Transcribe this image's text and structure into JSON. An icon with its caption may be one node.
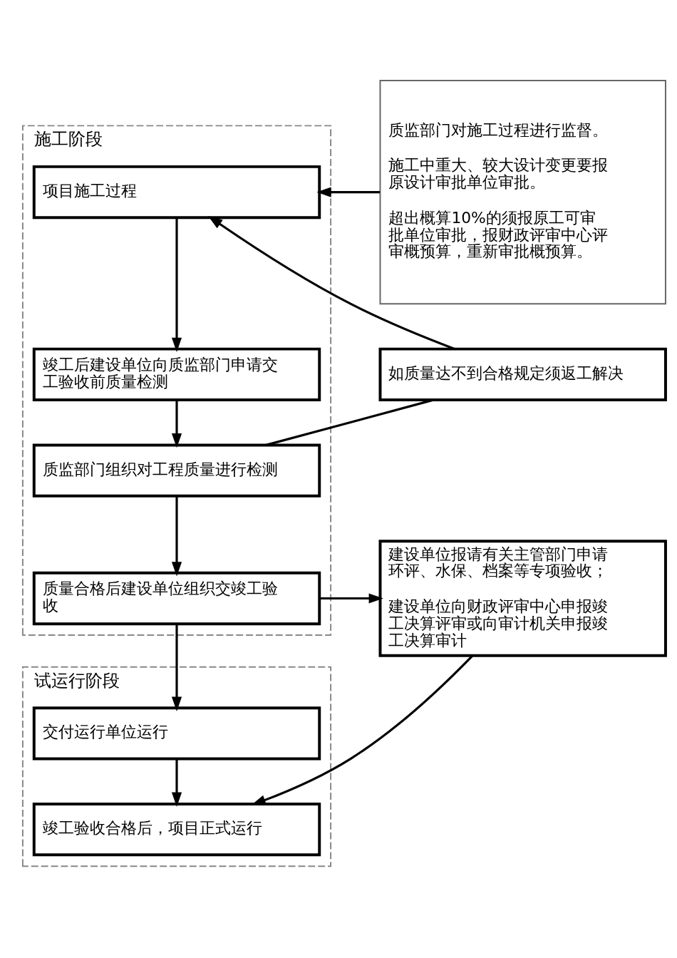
{
  "diagram": {
    "nodes": [
      {
        "text": [
          "施工阶段"
        ]
      },
      {
        "text": [
          "项目施工过程"
        ],
        "in": 0
      },
      {
        "text": [
          "竣工后建设单位向质监部门申请交工验收前质量检测"
        ],
        "in": 0
      },
      {
        "text": [
          "质监部门组织对工程质量进行检测"
        ],
        "in": 0
      },
      {
        "text": [
          "质量合格后建设单位组织交竣工验收"
        ],
        "in": 0
      },
      {
        "text": [
          "质监部门对施工过程进行监督。",
          "施工中重大、较大设计变更要报原设计审批单位审批。",
          "超出概算10%的须报原工可审批单位审批，报财政评审中心评审概预算，重新审批概预算。"
        ]
      },
      {
        "text": [
          "如质量达不到合格规定须返工解决"
        ]
      },
      {
        "text": [
          "建设单位报请有关主管部门申请环评、水保、档案等专项验收；",
          "建设单位向财政评审中心申报竣工决算评审或向审计机关申报竣工决算审计"
        ]
      },
      {
        "text": [
          "试运行阶段"
        ]
      },
      {
        "text": [
          "交付运行单位运行"
        ],
        "in": 8
      },
      {
        "text": [
          "竣工验收合格后，项目正式运行"
        ],
        "in": 8
      }
    ],
    "edges": [
      {
        "from": 1,
        "to": 2,
        "arrow": "to"
      },
      {
        "from": 2,
        "to": 3,
        "arrow": "to"
      },
      {
        "from": 3,
        "to": 4,
        "arrow": "to"
      },
      {
        "from": 4,
        "to": 9,
        "arrow": "to"
      },
      {
        "from": 9,
        "to": 10,
        "arrow": "to"
      },
      {
        "from": 5,
        "to": 1,
        "arrow": "to"
      },
      {
        "from": 3,
        "to": 6,
        "arrow": "none"
      },
      {
        "from": 6,
        "to": 1,
        "arrow": "to"
      },
      {
        "from": 4,
        "to": 7,
        "arrow": "to"
      },
      {
        "from": 7,
        "to": 10,
        "arrow": "to"
      }
    ]
  }
}
